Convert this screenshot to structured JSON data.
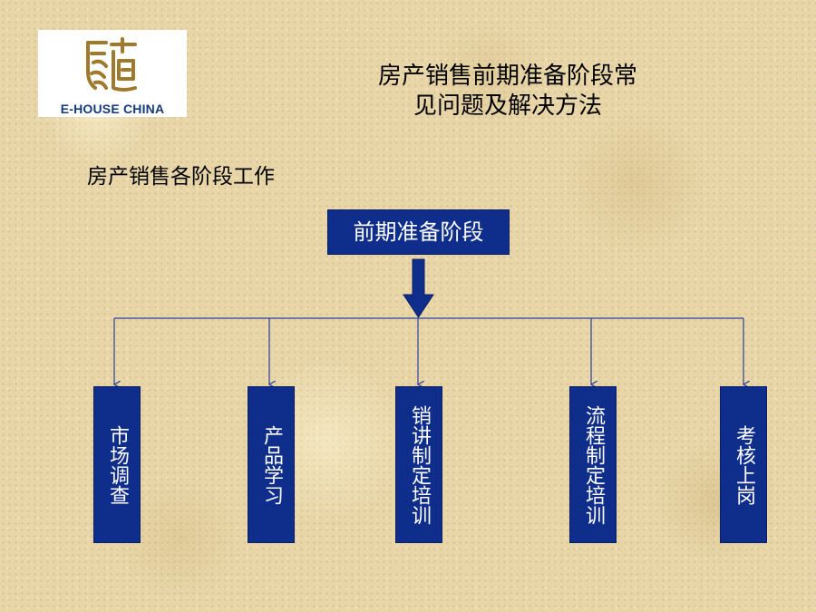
{
  "logo": {
    "text": "E-HOUSE CHINA",
    "brand_color": "#163a7a",
    "seal_color": "#a07a2c"
  },
  "title": {
    "line1": "房产销售前期准备阶段常",
    "line2": "见问题及解决方法"
  },
  "subtitle": "房产销售各阶段工作",
  "diagram": {
    "root": "前期准备阶段",
    "children": [
      "市场调查",
      "产品学习",
      "销讲制定培训",
      "流程制定培训",
      "考核上岗"
    ],
    "box_color": "#0f2e8c",
    "connector_color": "#2a3f9a",
    "arrow_color": "#0f2e8c"
  }
}
